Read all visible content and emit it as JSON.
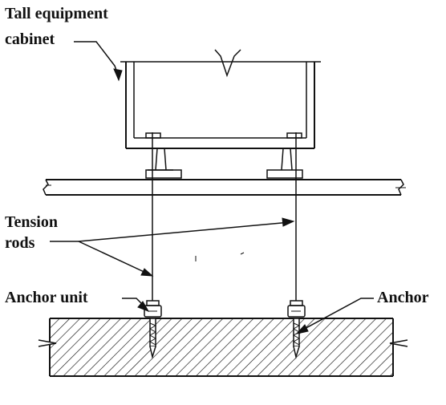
{
  "labels": {
    "cabinet_line1": "Tall equipment",
    "cabinet_line2": "cabinet",
    "rods_line1": "Tension",
    "rods_line2": "rods",
    "anchor_unit": "Anchor unit",
    "anchor": "Anchor"
  },
  "colors": {
    "ink": "#111111",
    "background": "#ffffff"
  }
}
